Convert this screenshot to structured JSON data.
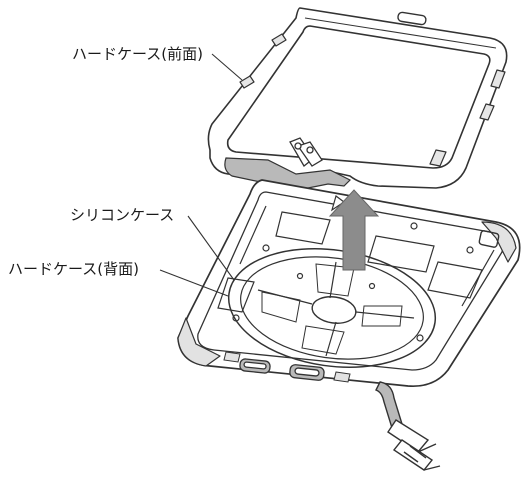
{
  "labels": {
    "front_case": "ハードケース(前面)",
    "silicone_case": "シリコンケース",
    "back_case": "ハードケース(背面)"
  },
  "colors": {
    "line": "#333333",
    "gray_part": "#b9b9b9",
    "arrow": "#8c8c8c",
    "background": "#ffffff"
  },
  "icons": {
    "arrow": "up-arrow-icon"
  }
}
